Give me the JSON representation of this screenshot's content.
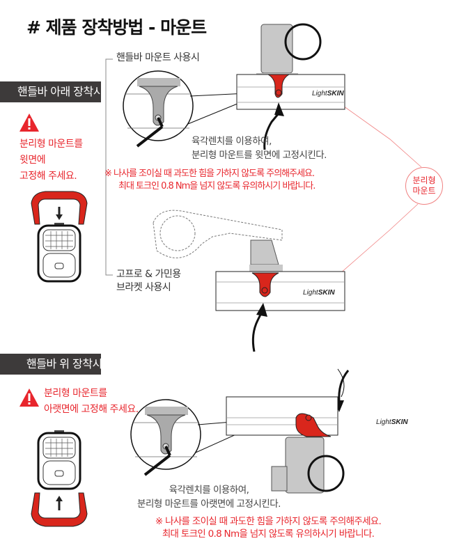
{
  "title": "#   제품 장착방법 - 마운트",
  "section_under": {
    "header": "핸들바 아래 장착시",
    "warning_lines": [
      "분리형 마운트를",
      "윗면에",
      "고정해 주세요."
    ],
    "handlebar_label": "핸들바 마운트 사용시",
    "bracket_label_lines": [
      "고프로 & 가민용",
      "브라켓 사용시"
    ],
    "instruction_lines": [
      "육각렌치를 이용하여,",
      "분리형 마운트를 윗면에 고정시킨다."
    ],
    "caution_lines": [
      "※ 나사를 조이실 때 과도한 힘을 가하지 않도록 주의해주세요.",
      "최대 토크인 0.8 Nm을 넘지 않도록 유의하시기 바랍니다."
    ],
    "callout_lines": [
      "분리형",
      "마운트"
    ]
  },
  "section_over": {
    "header": "핸들바 위 장착시",
    "warning_lines": [
      "분리형 마운트를",
      "아랫면에 고정해 주세요."
    ],
    "instruction_lines": [
      "육각렌치를 이용하여,",
      "분리형 마운트를 아랫면에 고정시킨다."
    ],
    "caution_lines": [
      "※ 나사를 조이실 때 과도한 힘을 가하지 않도록 주의해주세요.",
      "최대 토크인 0.8 Nm을 넘지 않도록 유의하시기 바랍니다."
    ]
  },
  "brand": {
    "light": "Light",
    "skin": "SKIN"
  },
  "colors": {
    "accent": "#e8262d",
    "header_bg": "#3d3a3a",
    "mount_gray": "#b8b8b8"
  }
}
